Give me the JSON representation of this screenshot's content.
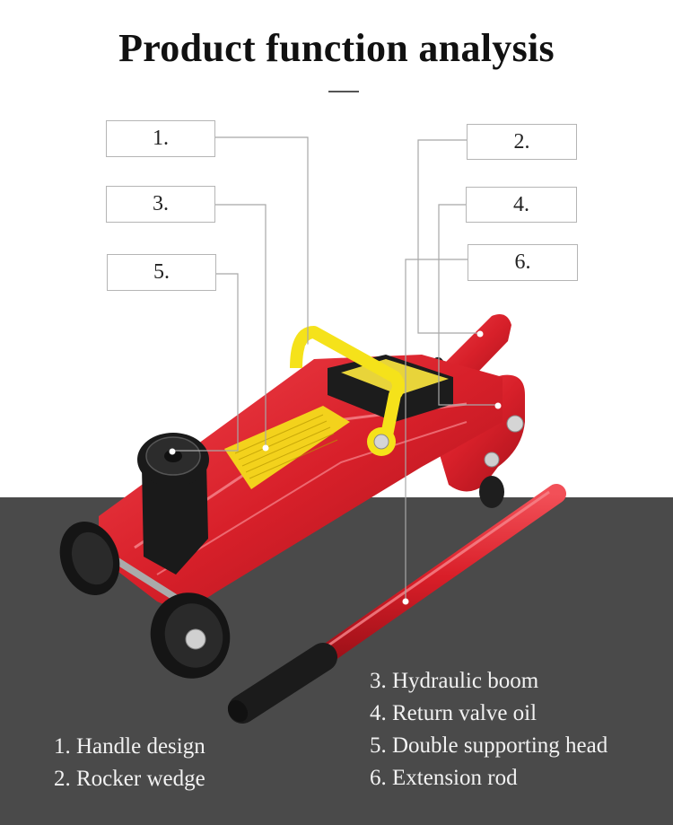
{
  "title": "Product function analysis",
  "callouts": [
    {
      "id": 1,
      "label": "1."
    },
    {
      "id": 2,
      "label": "2."
    },
    {
      "id": 3,
      "label": "3."
    },
    {
      "id": 4,
      "label": "4."
    },
    {
      "id": 5,
      "label": "5."
    },
    {
      "id": 6,
      "label": "6."
    }
  ],
  "legend": {
    "left": [
      "1. Handle design",
      "2. Rocker wedge"
    ],
    "right": [
      "3. Hydraulic boom",
      "4. Return valve oil",
      "5. Double supporting head",
      "6. Extension rod"
    ]
  },
  "colors": {
    "background": "#ffffff",
    "floor": "#4a4a4a",
    "jack_red": "#d8202a",
    "handle_yellow": "#f5e21a",
    "leader_line": "#a8a8a8",
    "legend_text": "#f2f2f2"
  }
}
